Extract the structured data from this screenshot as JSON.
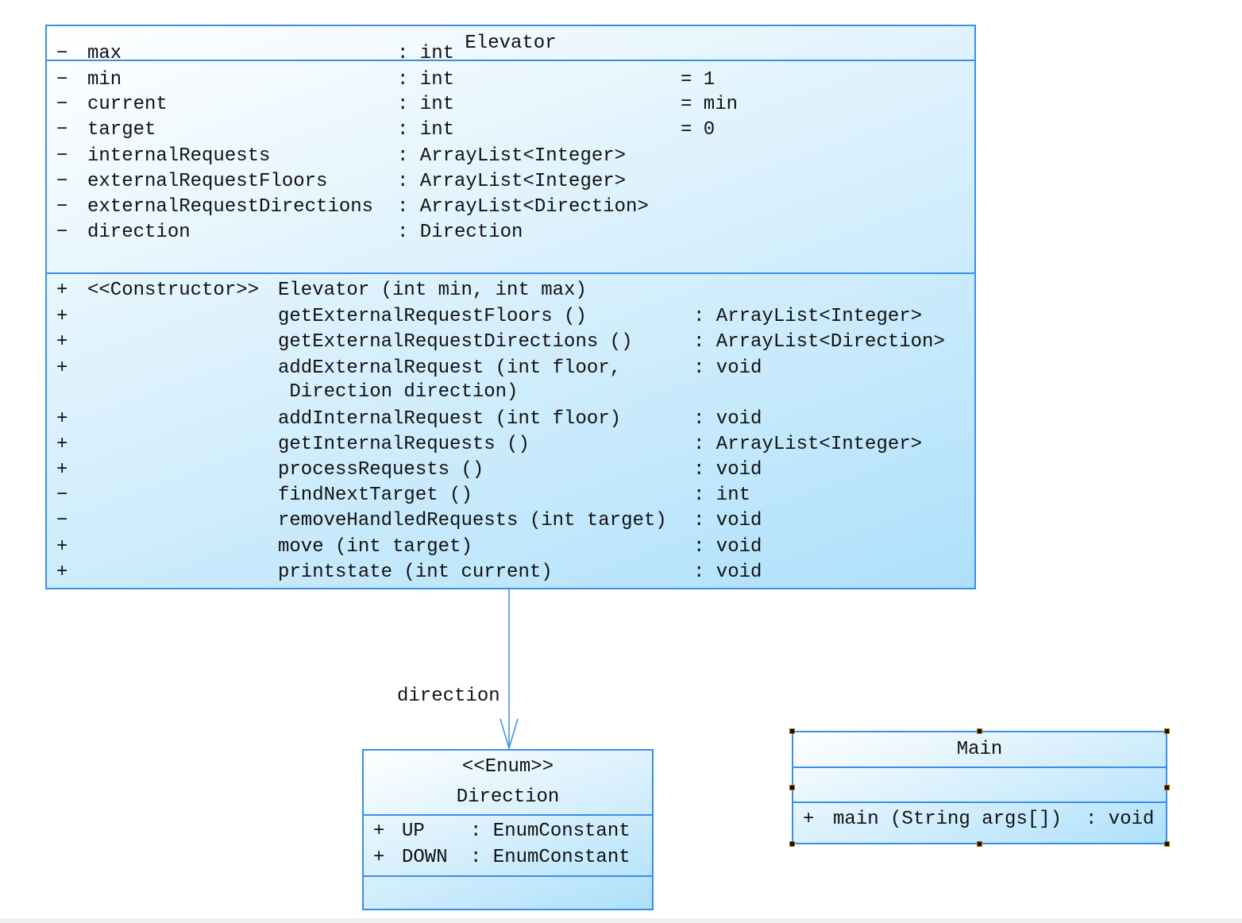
{
  "colors": {
    "border": "#3a8ee8",
    "fill_light": "#ffffff",
    "fill_dark": "#aee0fb",
    "selection_handle": "#000000"
  },
  "elevator": {
    "name": "Elevator",
    "attributes": [
      {
        "vis": "−",
        "name": "max",
        "type": ": int",
        "init": ""
      },
      {
        "vis": "−",
        "name": "min",
        "type": ": int",
        "init": "= 1"
      },
      {
        "vis": "−",
        "name": "current",
        "type": ": int",
        "init": "= min"
      },
      {
        "vis": "−",
        "name": "target",
        "type": ": int",
        "init": "= 0"
      },
      {
        "vis": "−",
        "name": "internalRequests",
        "type": ": ArrayList<Integer>",
        "init": ""
      },
      {
        "vis": "−",
        "name": "externalRequestFloors",
        "type": ": ArrayList<Integer>",
        "init": ""
      },
      {
        "vis": "−",
        "name": "externalRequestDirections",
        "type": ": ArrayList<Direction>",
        "init": ""
      },
      {
        "vis": "−",
        "name": "direction",
        "type": ": Direction",
        "init": ""
      }
    ],
    "methods": [
      {
        "vis": "+",
        "stereo": "<<Constructor>>",
        "sig": "Elevator (int min, int max)",
        "ret": ""
      },
      {
        "vis": "+",
        "stereo": "",
        "sig": "getExternalRequestFloors ()",
        "ret": ": ArrayList<Integer>"
      },
      {
        "vis": "+",
        "stereo": "",
        "sig": "getExternalRequestDirections ()",
        "ret": ": ArrayList<Direction>"
      },
      {
        "vis": "+",
        "stereo": "",
        "sig": "addExternalRequest (int floor,",
        "ret": ": void",
        "cont": " Direction direction)"
      },
      {
        "vis": "+",
        "stereo": "",
        "sig": "addInternalRequest (int floor)",
        "ret": ": void"
      },
      {
        "vis": "+",
        "stereo": "",
        "sig": "getInternalRequests ()",
        "ret": ": ArrayList<Integer>"
      },
      {
        "vis": "+",
        "stereo": "",
        "sig": "processRequests ()",
        "ret": ": void"
      },
      {
        "vis": "−",
        "stereo": "",
        "sig": "findNextTarget ()",
        "ret": ": int"
      },
      {
        "vis": "−",
        "stereo": "",
        "sig": "removeHandledRequests (int target)",
        "ret": ": void"
      },
      {
        "vis": "+",
        "stereo": "",
        "sig": "move (int target)",
        "ret": ": void"
      },
      {
        "vis": "+",
        "stereo": "",
        "sig": "printstate (int current)",
        "ret": ": void"
      }
    ]
  },
  "association": {
    "label": "direction",
    "arrow": "open-arrow"
  },
  "direction_enum": {
    "stereotype": "<<Enum>>",
    "name": "Direction",
    "constants": [
      {
        "vis": "+",
        "name": "UP",
        "type": ": EnumConstant"
      },
      {
        "vis": "+",
        "name": "DOWN",
        "type": ": EnumConstant"
      }
    ]
  },
  "main": {
    "name": "Main",
    "selected": true,
    "methods": [
      {
        "vis": "+",
        "sig": "main (String args[])",
        "ret": ": void"
      }
    ]
  }
}
